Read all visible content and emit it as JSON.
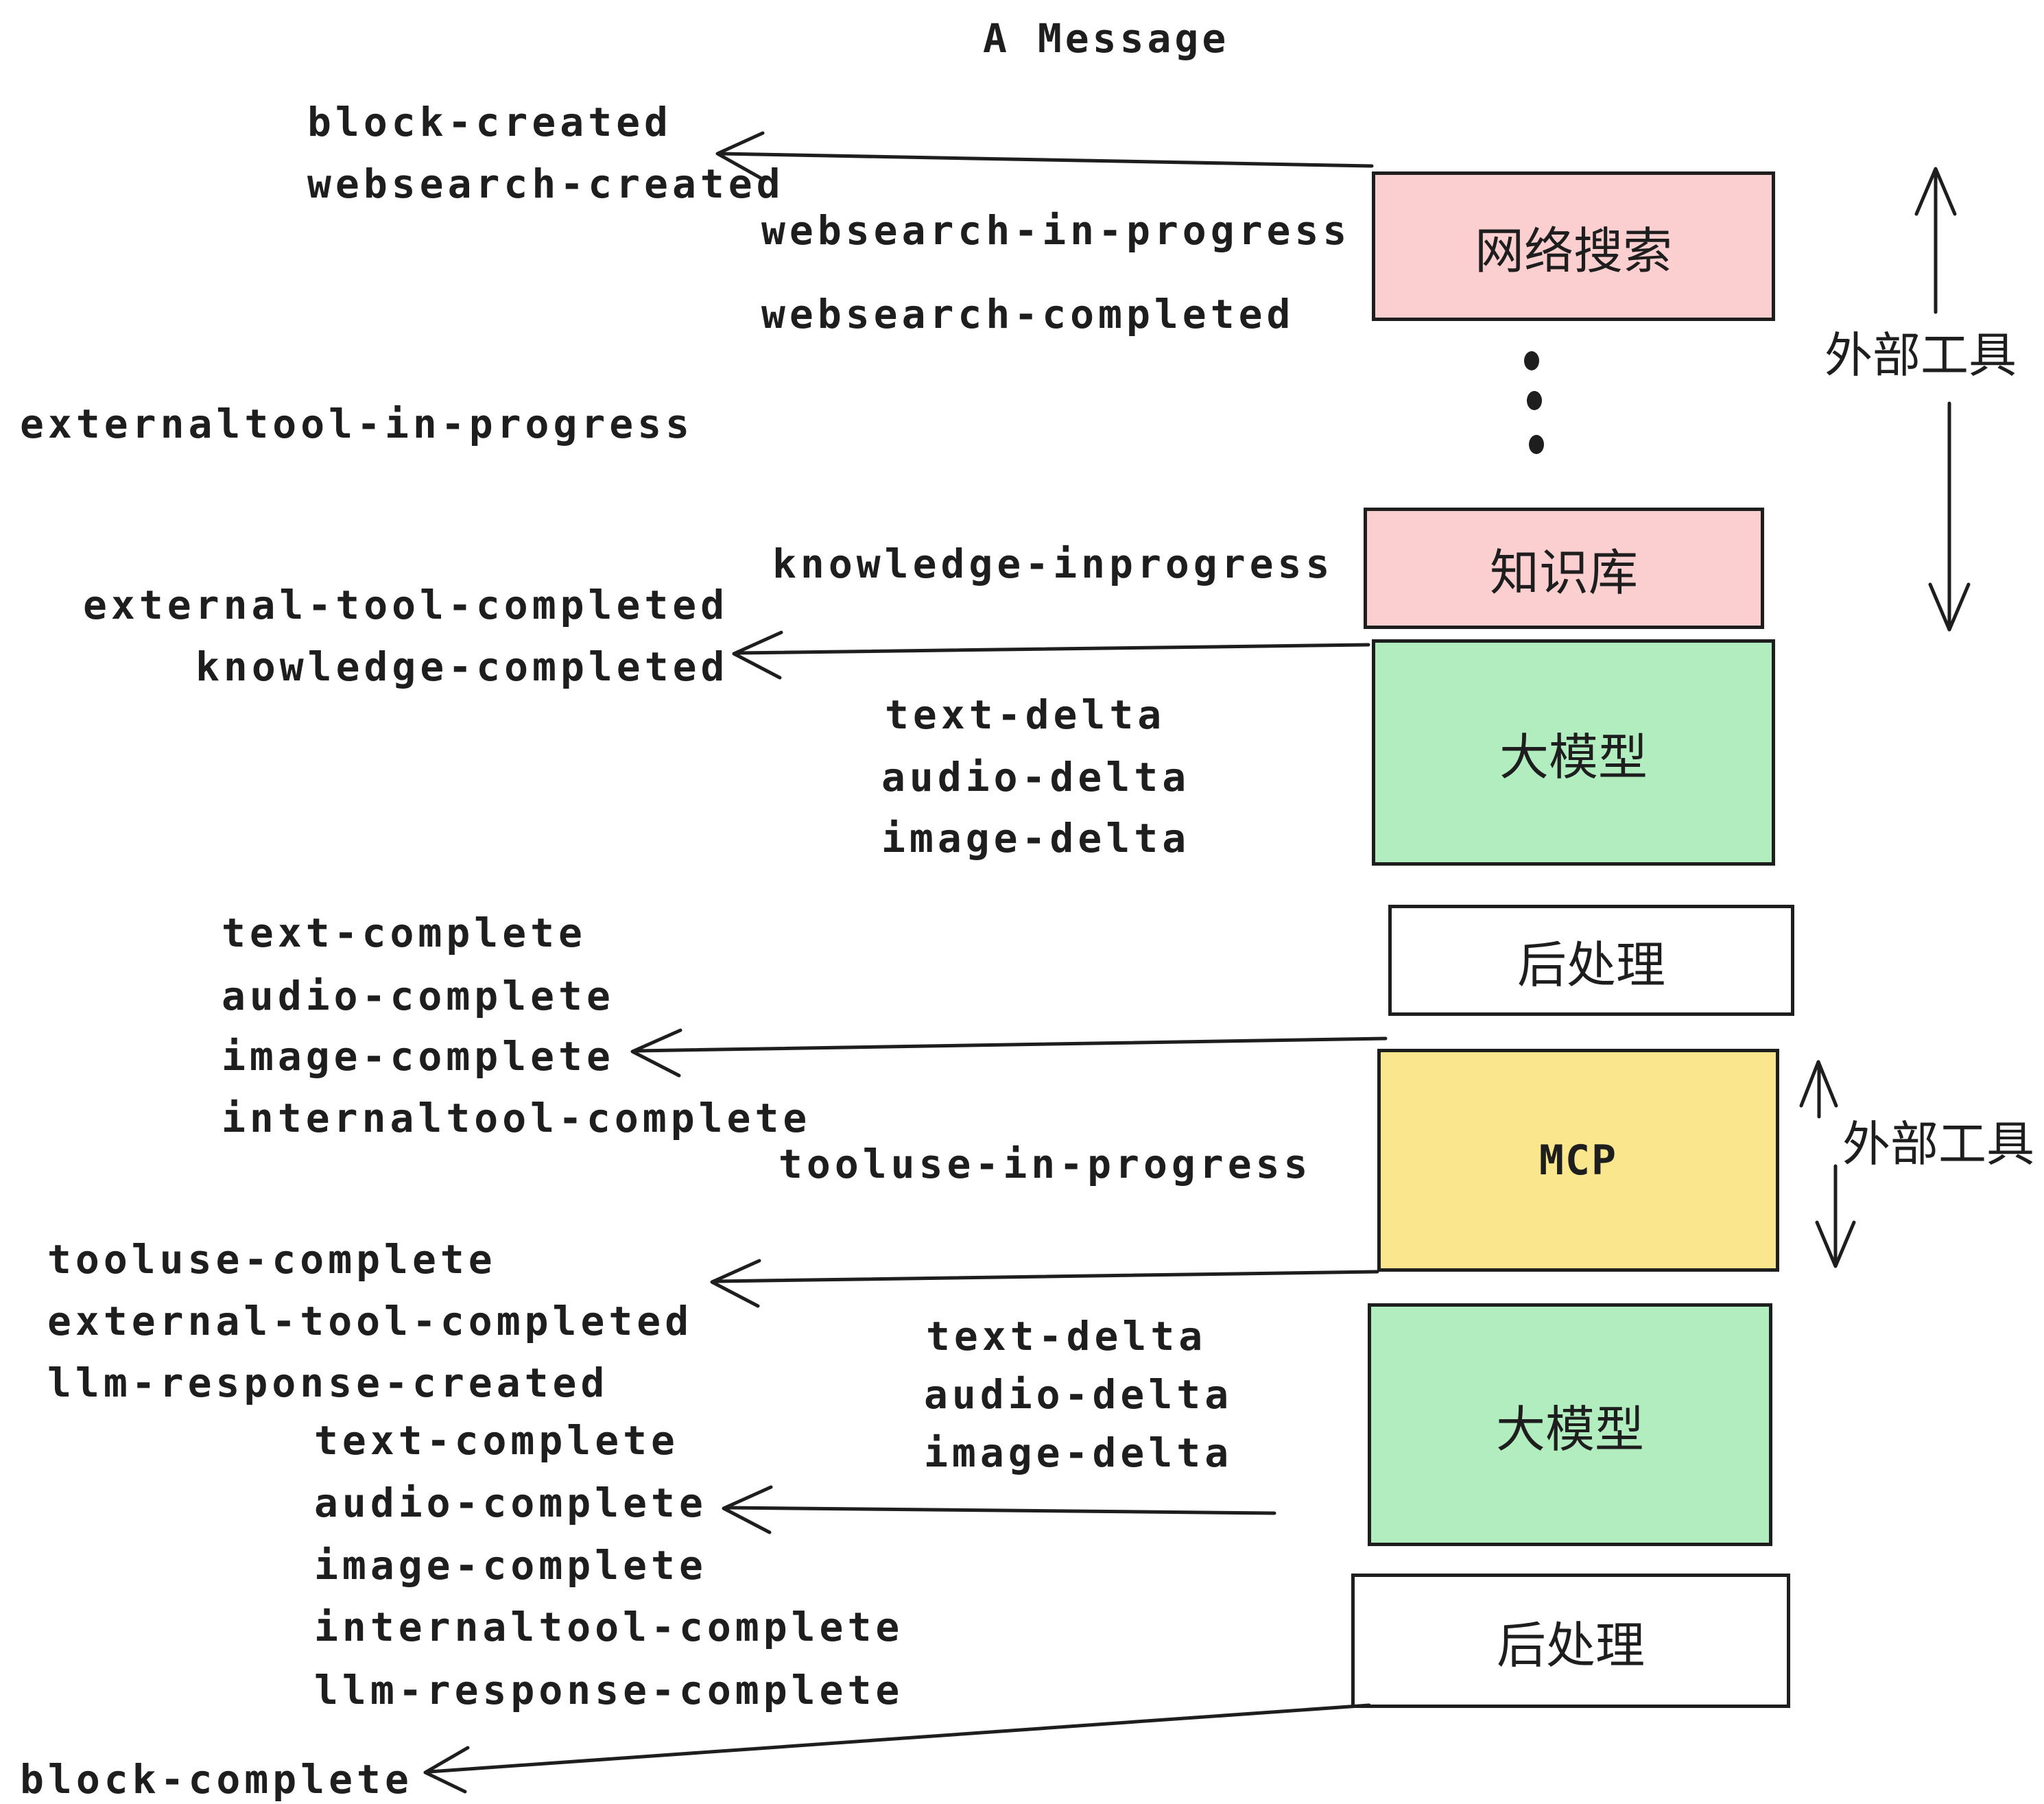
{
  "title": "A Message",
  "event_labels": [
    "block-created",
    "websearch-created",
    "websearch-in-progress",
    "websearch-completed",
    "externaltool-in-progress",
    "knowledge-inprogress",
    "external-tool-completed",
    "knowledge-completed",
    "text-delta",
    "audio-delta",
    "image-delta",
    "text-complete",
    "audio-complete",
    "image-complete",
    "internaltool-complete",
    "tooluse-in-progress",
    "tooluse-complete",
    "external-tool-completed",
    "llm-response-created",
    "text-complete",
    "audio-complete",
    "image-complete",
    "internaltool-complete",
    "llm-response-complete",
    "text-delta",
    "audio-delta",
    "image-delta",
    "block-complete"
  ],
  "boxes": [
    {
      "id": "websearch",
      "label": "网络搜索",
      "color": "#fbcfd0"
    },
    {
      "id": "knowledge",
      "label": "知识库",
      "color": "#fbcfd0"
    },
    {
      "id": "llm-1",
      "label": "大模型",
      "color": "#b2edc0"
    },
    {
      "id": "post-1",
      "label": "后处理",
      "color": "#ffffff"
    },
    {
      "id": "mcp",
      "label": "MCP",
      "color": "#fae68c"
    },
    {
      "id": "llm-2",
      "label": "大模型",
      "color": "#b2edc0"
    },
    {
      "id": "post-2",
      "label": "后处理",
      "color": "#ffffff"
    }
  ],
  "side_labels": [
    {
      "label": "外部工具"
    },
    {
      "label": "外部工具"
    }
  ],
  "colors": {
    "pink": "#fbcfd0",
    "green": "#b2edc0",
    "yellow": "#fae68c",
    "ink": "#1e1e1e",
    "background": "#ffffff"
  }
}
